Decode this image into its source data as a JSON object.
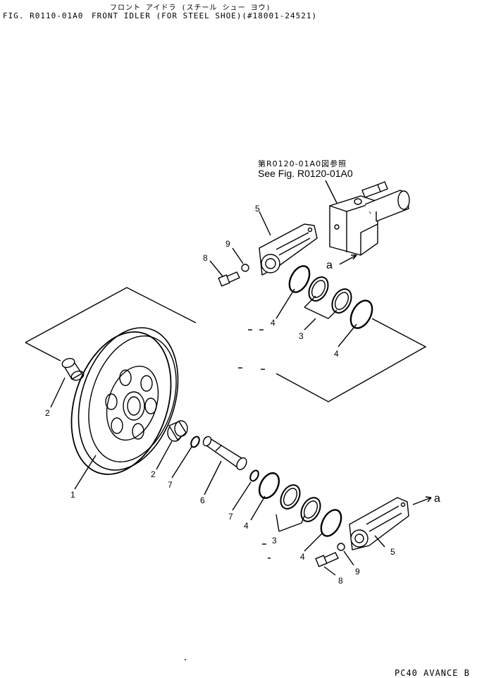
{
  "header": {
    "jp_title": "フロント アイドラ (スチール シュー ヨウ)",
    "fig_id": "FIG. R0110-01A0",
    "main_title": "FRONT IDLER (FOR STEEL SHOE)(#18001-24521)"
  },
  "reference": {
    "jp": "第R0120-01A0図参照",
    "en": "See Fig. R0120-01A0"
  },
  "footer": "PC40 AVANCE B",
  "callouts": {
    "p1": "1",
    "p2a": "2",
    "p2b": "2",
    "p3a": "3",
    "p3b": "3",
    "p4a": "4",
    "p4b": "4",
    "p4c": "4",
    "p4d": "4",
    "p5a": "5",
    "p5b": "5",
    "p6": "6",
    "p7a": "7",
    "p7b": "7",
    "p8a": "8",
    "p8b": "8",
    "p9a": "9",
    "p9b": "9",
    "arrow_a1": "a",
    "arrow_a2": "a"
  }
}
